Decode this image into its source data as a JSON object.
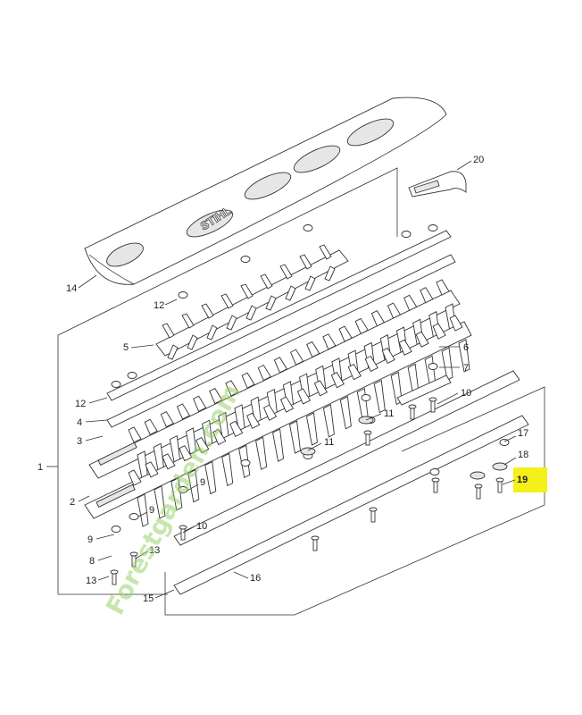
{
  "brand": "STIHL",
  "watermark": {
    "text": "Forestgarden.com",
    "colors": [
      "#9ad26a",
      "#f2a93a",
      "#9ad26a"
    ]
  },
  "highlight_color": "#f5ef1a",
  "labels": {
    "p1": "1",
    "p2": "2",
    "p3": "3",
    "p4": "4",
    "p5": "5",
    "p6": "6",
    "p7": "7",
    "p8": "8",
    "p9a": "9",
    "p9b": "9",
    "p9c": "9",
    "p10a": "10",
    "p10b": "10",
    "p11a": "11",
    "p11b": "11",
    "p12a": "12",
    "p12b": "12",
    "p13a": "13",
    "p13b": "13",
    "p14": "14",
    "p15": "15",
    "p16": "16",
    "p17": "17",
    "p18": "18",
    "p19": "19",
    "p20": "20"
  }
}
